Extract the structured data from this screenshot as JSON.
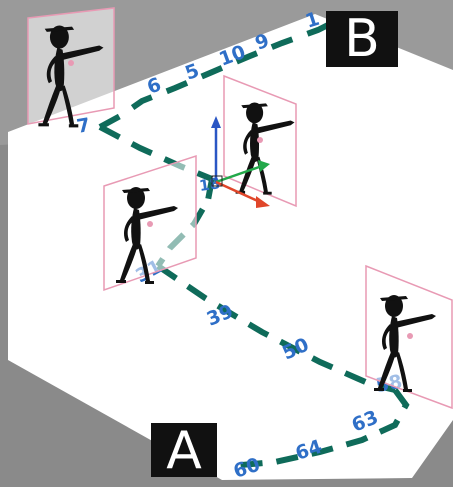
{
  "scene": {
    "corner_labels": {
      "top_right": "B",
      "bottom": "A"
    },
    "path_labels": {
      "l1": "1",
      "l9": "9",
      "l10": "10",
      "l5": "5",
      "l6": "6",
      "l7": "7",
      "l18": "18",
      "l31": "31",
      "l39": "39",
      "l50": "50",
      "l58": "58",
      "l63": "63",
      "l64": "64",
      "l60": "60"
    },
    "colors": {
      "path": "#0f6b5a",
      "labels": "#2f6fc7",
      "frames": "#e89ab4",
      "gizmo_x": "#e0462a",
      "gizmo_y": "#22a84a",
      "gizmo_z": "#2a56c4"
    },
    "icons": [
      "pointing-figure-icon",
      "transform-gizmo-icon"
    ]
  }
}
